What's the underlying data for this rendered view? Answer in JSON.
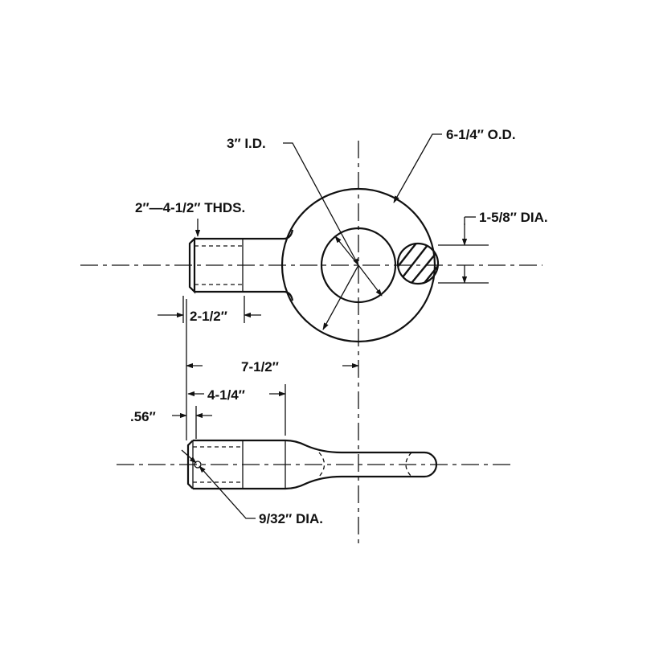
{
  "labels": {
    "id": "3″ I.D.",
    "od": "6-1/4″ O.D.",
    "threads": "2″—4-1/2″ THDS.",
    "section_dia": "1-5/8″ DIA.",
    "thread_len": "2-1/2″",
    "overall_len": "7-1/2″",
    "shank_len": "4-1/4″",
    "hole_offset": ".56″",
    "hole_dia": "9/32″ DIA."
  },
  "colors": {
    "ink": "#111111",
    "paper": "#ffffff"
  }
}
